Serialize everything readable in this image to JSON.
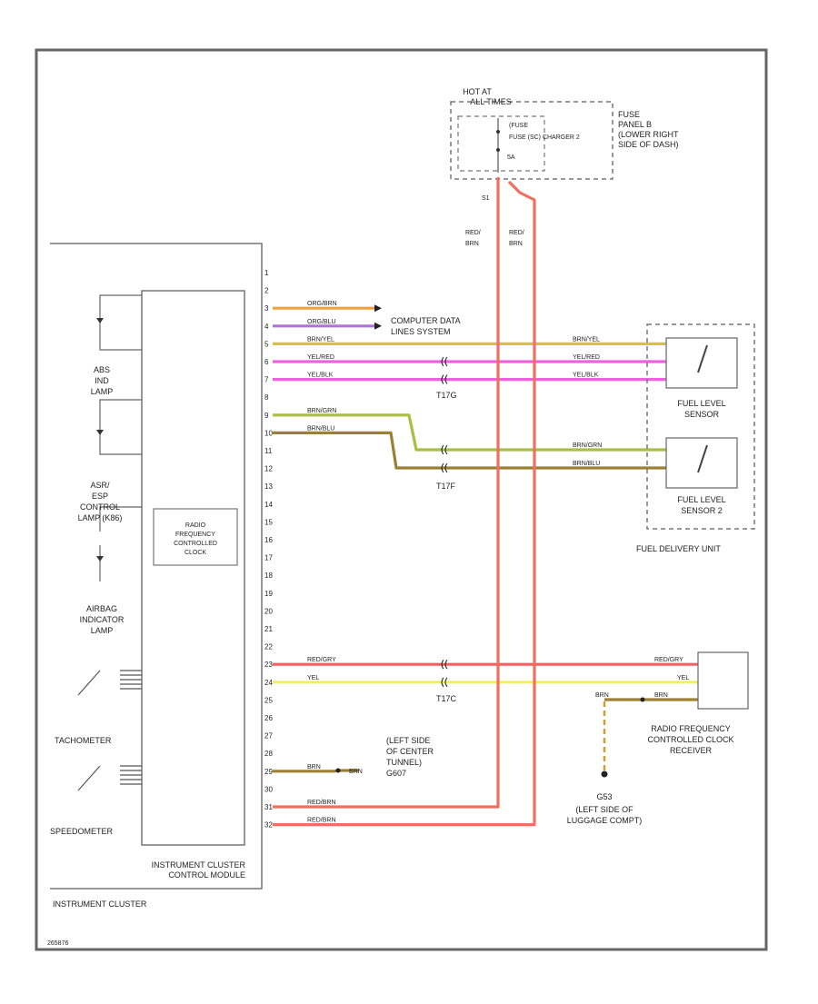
{
  "colors": {
    "orange": "#f0a040",
    "purple": "#b070e0",
    "khaki": "#d8c040",
    "magenta": "#f060e0",
    "green": "#a8c040",
    "olive": "#9a8030",
    "red": "#f06060",
    "yellow": "#f0f060",
    "brown": "#a08030",
    "redwire": "#f07060"
  },
  "fuse_block": {
    "hot_label": "HOT AT ALL TIMES",
    "fuse_label": "FUSE (SC) CHARGER 2",
    "fuse_amp": "5A",
    "connector": "S1",
    "panel_label": "FUSE PANEL B (LOWER RIGHT SIDE OF DASH)",
    "wire_labels": [
      "RED/ BRN",
      "RED/ BRN"
    ]
  },
  "cluster": {
    "outer_label": "INSTRUMENT CLUSTER",
    "module_label": "INSTRUMENT CLUSTER CONTROL MODULE",
    "rf_clock_label": "RADIO FREQUENCY CONTROLLED CLOCK",
    "lamps": [
      {
        "label": "ABS IND LAMP"
      },
      {
        "label": "ASR/ ESP CONTROL LAMP (K86)"
      },
      {
        "label": "AIRBAG INDICATOR LAMP"
      }
    ],
    "gauges": [
      {
        "label": "TACHOMETER"
      },
      {
        "label": "SPEEDOMETER"
      }
    ]
  },
  "pins": [
    "1",
    "2",
    "3",
    "4",
    "5",
    "6",
    "7",
    "8",
    "9",
    "10",
    "11",
    "12",
    "13",
    "14",
    "15",
    "16",
    "17",
    "18",
    "19",
    "20",
    "21",
    "22",
    "23",
    "24",
    "25",
    "26",
    "27",
    "28",
    "29",
    "30",
    "31",
    "32"
  ],
  "wires": {
    "w3": "ORG/BRN",
    "w4": "ORG/BLU",
    "w5": "BRN/YEL",
    "w6": "YEL/RED",
    "w7": "YEL/BLK",
    "w9": "BRN/GRN",
    "w10": "BRN/BLU",
    "w23": "RED/GRY",
    "w24": "YEL",
    "w29": "BRN",
    "w31": "RED/BRN",
    "w32": "RED/BRN",
    "recv_brn": "BRN",
    "recv_brn2": "BRN"
  },
  "labels": {
    "computer_data": "COMPUTER DATA LINES SYSTEM",
    "t17g": "T17G",
    "t17f": "T17F",
    "t17c": "T17C",
    "ground_center": "(LEFT SIDE OF CENTER TUNNEL) G607",
    "g_recv": "G53",
    "ground_recv": "(LEFT SIDE OF LUGGAGE COMPT)",
    "fuel_sensor_1": "FUEL LEVEL SENSOR",
    "fuel_sensor_2": "FUEL LEVEL SENSOR 2",
    "fuel_delivery": "FUEL DELIVERY UNIT",
    "rf_receiver": "RADIO FREQUENCY CONTROLLED CLOCK RECEIVER",
    "footer": "265876"
  }
}
